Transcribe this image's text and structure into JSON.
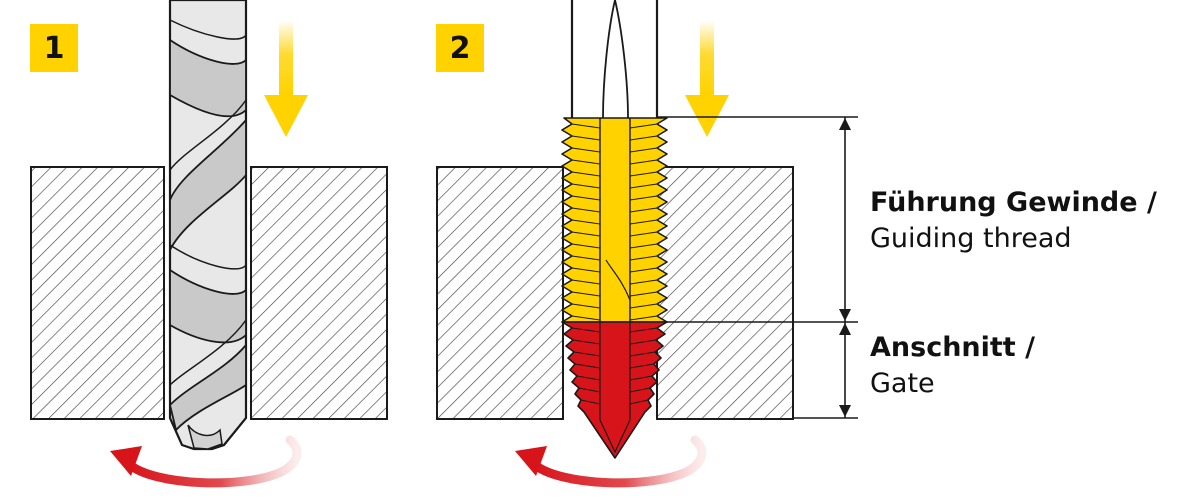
{
  "steps": [
    {
      "number": "1"
    },
    {
      "number": "2"
    }
  ],
  "labels": {
    "guiding": {
      "de": "Führung Gewinde /",
      "en": "Guiding thread"
    },
    "gate": {
      "de": "Anschnitt /",
      "en": "Gate"
    }
  },
  "colors": {
    "badge": "#ffd200",
    "arrow_down": "#ffd200",
    "guiding_thread": "#ffd200",
    "gate": "#d7141a",
    "rotation_arrow": "#d7141a",
    "drill": "#e8e8e8",
    "drill_groove": "#c9c9c9",
    "outline": "#1a1a1a"
  },
  "icons": {
    "feed_arrow": "arrow-down-icon",
    "rotation": "rotation-arrow-icon"
  }
}
